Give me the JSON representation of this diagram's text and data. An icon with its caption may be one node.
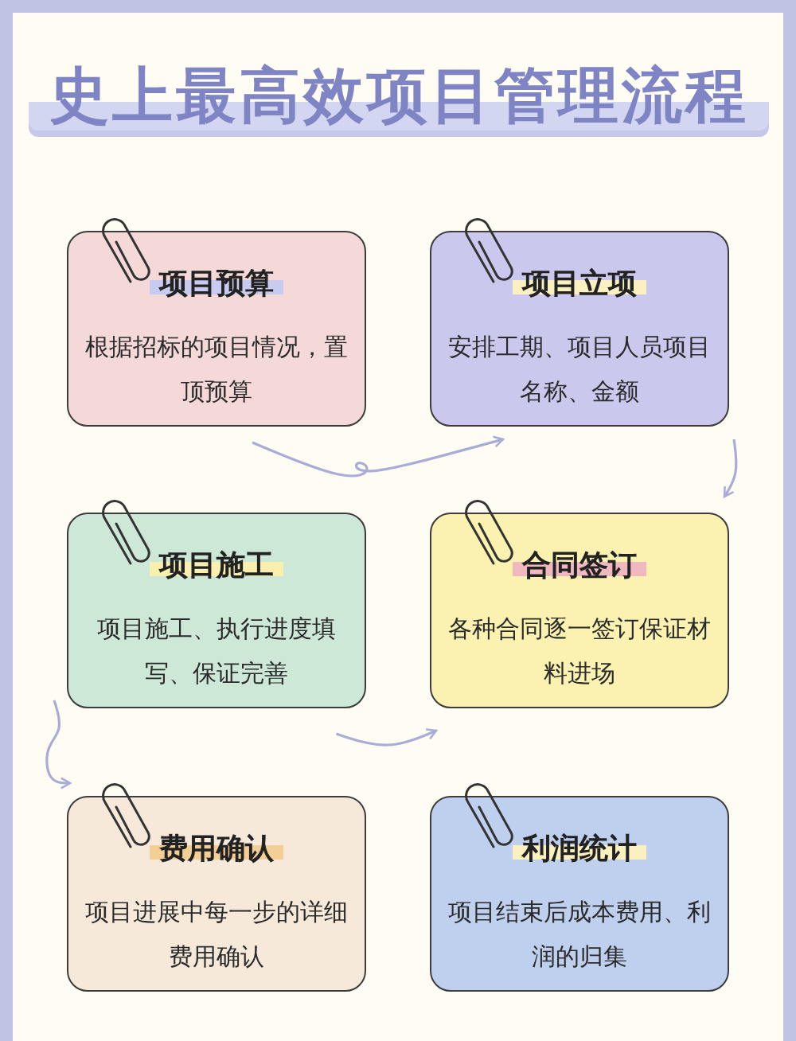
{
  "diagram": {
    "title": "史上最高效项目管理流程",
    "nodes": [
      {
        "text": [
          "项目预算",
          "根据招标的项目情况，置顶预算"
        ]
      },
      {
        "text": [
          "项目立项",
          "安排工期、项目人员项目名称、金额"
        ]
      },
      {
        "text": [
          "项目施工",
          "项目施工、执行进度填写、保证完善"
        ]
      },
      {
        "text": [
          "合同签订",
          "各种合同逐一签订保证材料进场"
        ]
      },
      {
        "text": [
          "费用确认",
          "项目进展中每一步的详细费用确认"
        ]
      },
      {
        "text": [
          "利润统计",
          "项目结束后成本费用、利润的归集"
        ]
      }
    ],
    "edges": [
      {
        "from": 0,
        "to": 1,
        "arrow": "to"
      },
      {
        "from": 1,
        "to": 3,
        "arrow": "to"
      },
      {
        "from": 2,
        "to": 3,
        "arrow": "to"
      },
      {
        "from": 2,
        "to": 4,
        "arrow": "to"
      }
    ]
  }
}
